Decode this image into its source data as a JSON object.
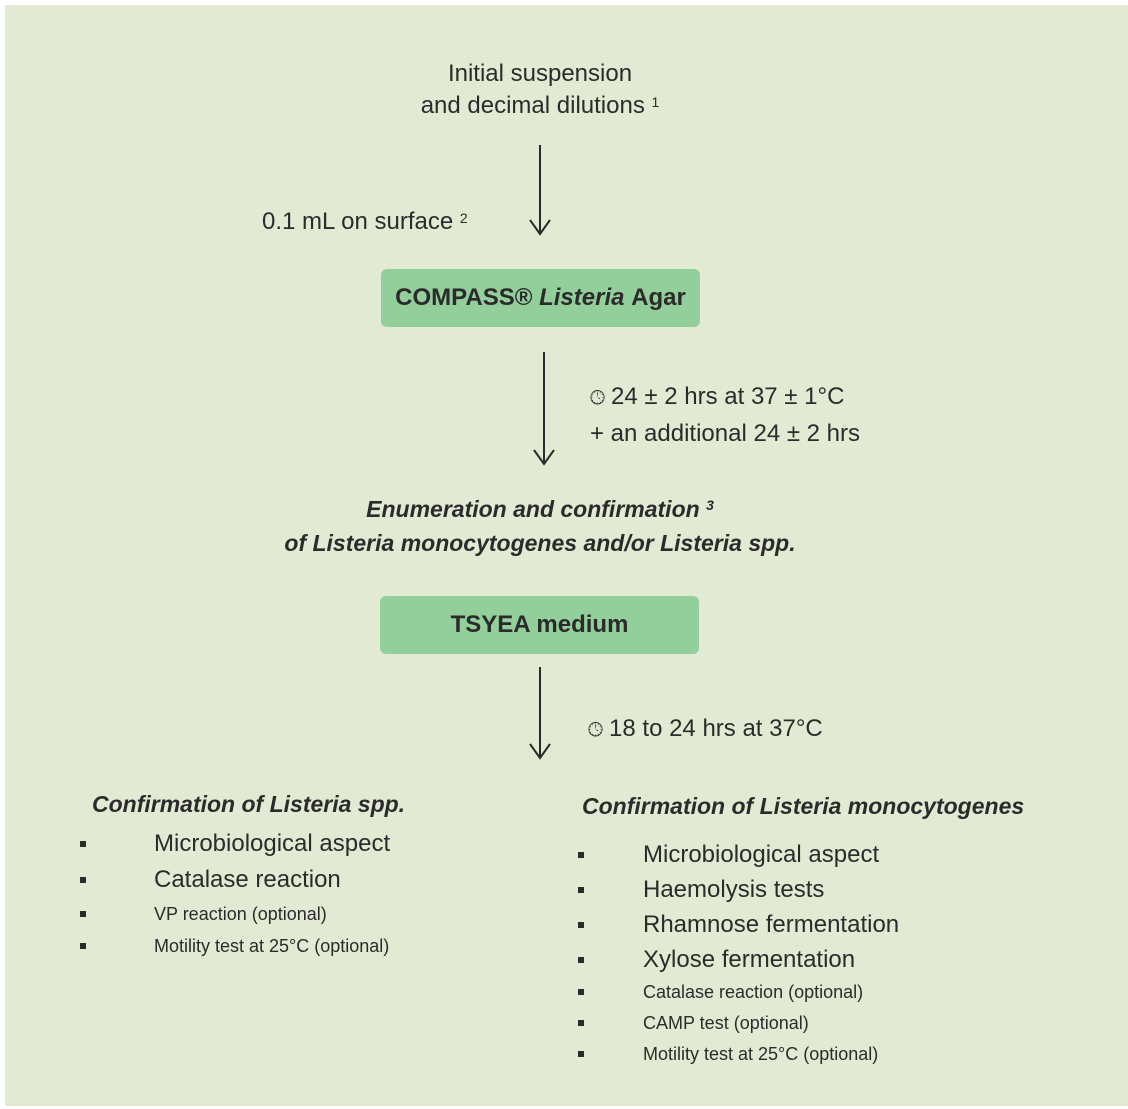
{
  "initial_step": {
    "line1": "Initial suspension",
    "line2": "and decimal dilutions",
    "note": "1"
  },
  "inoculation": {
    "text": "0.1 mL on surface",
    "note": "2"
  },
  "box1": {
    "prefix": "COMPASS®",
    "italic": "Listeria",
    "suffix": "Agar"
  },
  "incubation1": {
    "icon": "clock-icon",
    "line1": "24 ± 2 hrs at 37 ± 1°C",
    "line2": "+ an additional 24 ± 2 hrs"
  },
  "enumeration": {
    "line1": "Enumeration and confirmation",
    "note": "3",
    "line2": "of Listeria monocytogenes and/or Listeria spp."
  },
  "box2": {
    "label": "TSYEA medium"
  },
  "incubation2": {
    "icon": "clock-icon",
    "text": "18 to 24 hrs at 37°C"
  },
  "left_column": {
    "title": "Confirmation of Listeria spp.",
    "items": [
      "Microbiological aspect",
      "Catalase reaction",
      "VP reaction (optional)",
      "Motility test at 25°C (optional)"
    ]
  },
  "right_column": {
    "title": "Confirmation of Listeria monocytogenes",
    "items": [
      "Microbiological aspect",
      "Haemolysis tests",
      "Rhamnose fermentation",
      "Xylose fermentation",
      "Catalase reaction (optional)",
      "CAMP test (optional)",
      "Motility test at 25°C (optional)"
    ]
  },
  "colors": {
    "background": "#e2ead3",
    "box_fill": "#92cf9b",
    "text": "#2b2b2b"
  }
}
